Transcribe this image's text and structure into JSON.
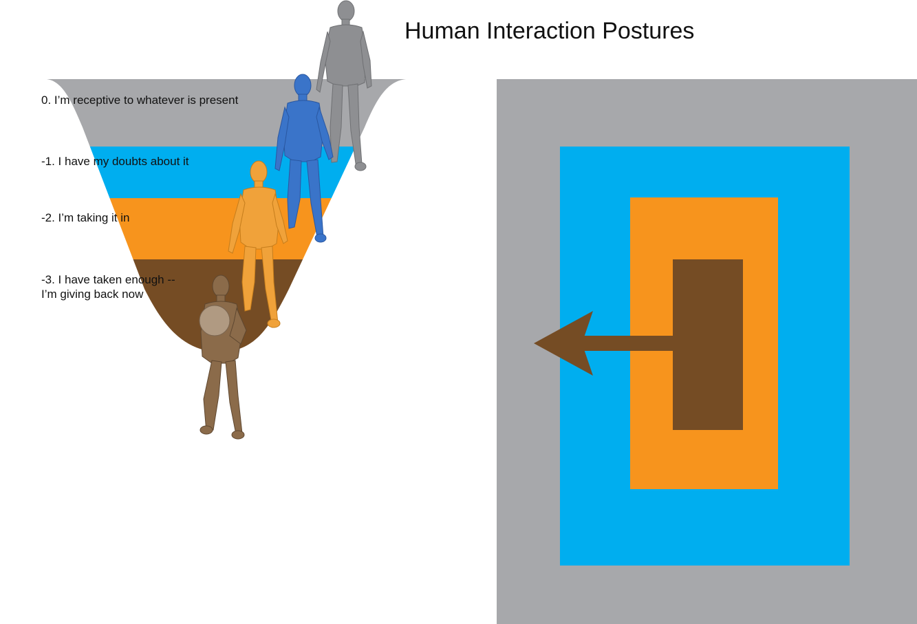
{
  "title": "Human Interaction Postures",
  "colors": {
    "level_0": "#a7a8ab",
    "level_minus_1": "#00aeef",
    "level_minus_2": "#f7941d",
    "level_minus_3": "#754c24"
  },
  "levels": [
    {
      "label": "0. I’m receptive to whatever is present",
      "color": "#a7a8ab"
    },
    {
      "label": "-1. I have my doubts about it",
      "color": "#00aeef"
    },
    {
      "label": "-2. I’m taking it in",
      "color": "#f7941d"
    },
    {
      "label_line1": "-3. I have taken enough --",
      "label_line2": "I’m giving back now",
      "color": "#754c24"
    }
  ]
}
